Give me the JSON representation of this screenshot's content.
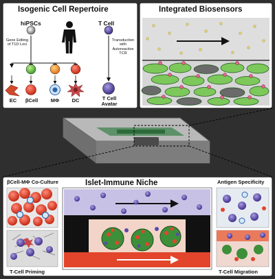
{
  "panels": {
    "repertoire": {
      "title": "Isogenic Cell Repertoire",
      "source_left": "hiPSCs",
      "source_right": "T Cell",
      "step_left": "Gene Editing of T1D Loci",
      "step_right": "Transduction with Autoreactive TCR",
      "cells": [
        "EC",
        "βCell",
        "MΦ",
        "DC"
      ],
      "avatar": "T Cell Avatar"
    },
    "biosensors": {
      "title": "Integrated Biosensors"
    },
    "niche": {
      "title": "Islet-Immune Niche",
      "coculture": "βCell-MΦ Co-Culture",
      "priming": "T-Cell Priming",
      "specificity": "Antigen Specificity",
      "migration": "T-Cell Migration"
    }
  },
  "colors": {
    "background": "#2f2f2f",
    "panel": "#ffffff",
    "medium_purple": "#b7b2dd",
    "cell_green": "#6fbf4b",
    "immune_purple": "#5b4aa8",
    "flow_red": "#e2452b",
    "chip_gray": "#9a9a9a"
  },
  "icons": [
    "human-silhouette-icon",
    "flow-arrow-icon",
    "stem-cell-icon",
    "beta-cell-icon",
    "macrophage-icon",
    "dendritic-cell-icon",
    "t-cell-icon",
    "microfluidic-chip-icon"
  ]
}
